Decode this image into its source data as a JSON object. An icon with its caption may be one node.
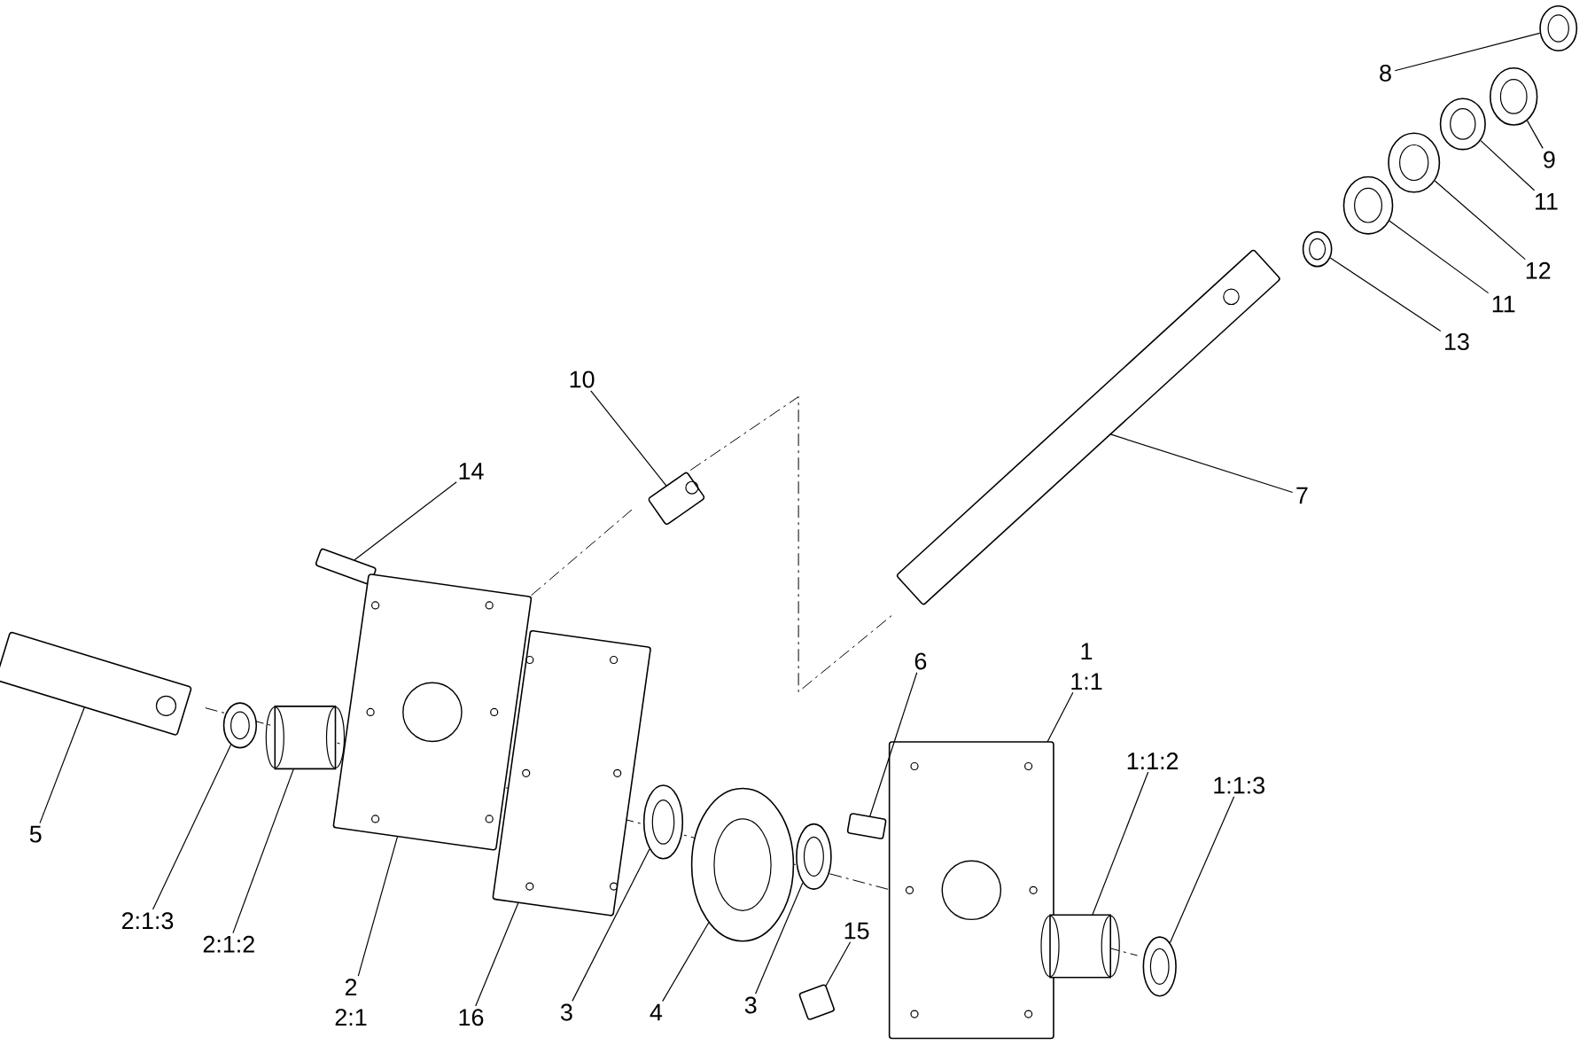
{
  "diagram": {
    "nodes": [
      {
        "text": [
          "8"
        ]
      },
      {
        "text": [],
        "shape": "picture"
      },
      {
        "text": [
          "9"
        ]
      },
      {
        "text": [],
        "shape": "picture"
      },
      {
        "text": [
          "11"
        ]
      },
      {
        "text": [],
        "shape": "picture"
      },
      {
        "text": [
          "12"
        ]
      },
      {
        "text": [],
        "shape": "picture"
      },
      {
        "text": [
          "11"
        ]
      },
      {
        "text": [],
        "shape": "picture"
      },
      {
        "text": [
          "13"
        ]
      },
      {
        "text": [],
        "shape": "picture"
      },
      {
        "text": [
          "7"
        ]
      },
      {
        "text": [],
        "shape": "picture"
      },
      {
        "text": [
          "10"
        ]
      },
      {
        "text": [],
        "shape": "picture"
      },
      {
        "text": [
          "14"
        ]
      },
      {
        "text": [],
        "shape": "picture"
      },
      {
        "text": [
          "5"
        ]
      },
      {
        "text": [],
        "shape": "picture"
      },
      {
        "text": [
          "2:1:3"
        ]
      },
      {
        "text": [],
        "shape": "picture"
      },
      {
        "text": [
          "2:1:2"
        ]
      },
      {
        "text": [],
        "shape": "cylinder"
      },
      {
        "text": [
          "2",
          "2:1"
        ]
      },
      {
        "text": [],
        "shape": "picture"
      },
      {
        "text": [
          "16"
        ]
      },
      {
        "text": [],
        "shape": "picture"
      },
      {
        "text": [
          "3"
        ]
      },
      {
        "text": [],
        "shape": "picture"
      },
      {
        "text": [
          "4"
        ]
      },
      {
        "text": [],
        "shape": "picture"
      },
      {
        "text": [
          "3"
        ]
      },
      {
        "text": [],
        "shape": "picture"
      },
      {
        "text": [
          "15"
        ]
      },
      {
        "text": [],
        "shape": "picture"
      },
      {
        "text": [
          "6"
        ]
      },
      {
        "text": [],
        "shape": "picture"
      },
      {
        "text": [
          "1",
          "1:1"
        ]
      },
      {
        "text": [],
        "shape": "picture"
      },
      {
        "text": [
          "1:1:2"
        ]
      },
      {
        "text": [],
        "shape": "cylinder"
      },
      {
        "text": [
          "1:1:3"
        ]
      },
      {
        "text": [],
        "shape": "picture"
      }
    ],
    "edges": [
      {
        "from": 0,
        "to": 1,
        "arrow": "none"
      },
      {
        "from": 2,
        "to": 3,
        "arrow": "none"
      },
      {
        "from": 4,
        "to": 5,
        "arrow": "none"
      },
      {
        "from": 6,
        "to": 7,
        "arrow": "none"
      },
      {
        "from": 8,
        "to": 9,
        "arrow": "none"
      },
      {
        "from": 10,
        "to": 11,
        "arrow": "none"
      },
      {
        "from": 12,
        "to": 13,
        "arrow": "none"
      },
      {
        "from": 14,
        "to": 15,
        "arrow": "none"
      },
      {
        "from": 16,
        "to": 17,
        "arrow": "none"
      },
      {
        "from": 18,
        "to": 19,
        "arrow": "none"
      },
      {
        "from": 20,
        "to": 21,
        "arrow": "none"
      },
      {
        "from": 22,
        "to": 23,
        "arrow": "none"
      },
      {
        "from": 24,
        "to": 25,
        "arrow": "none"
      },
      {
        "from": 26,
        "to": 27,
        "arrow": "none"
      },
      {
        "from": 28,
        "to": 29,
        "arrow": "none"
      },
      {
        "from": 30,
        "to": 31,
        "arrow": "none"
      },
      {
        "from": 32,
        "to": 33,
        "arrow": "none"
      },
      {
        "from": 34,
        "to": 35,
        "arrow": "none"
      },
      {
        "from": 36,
        "to": 37,
        "arrow": "none"
      },
      {
        "from": 38,
        "to": 39,
        "arrow": "none"
      },
      {
        "from": 40,
        "to": 41,
        "arrow": "none"
      },
      {
        "from": 42,
        "to": 43,
        "arrow": "none"
      }
    ]
  }
}
